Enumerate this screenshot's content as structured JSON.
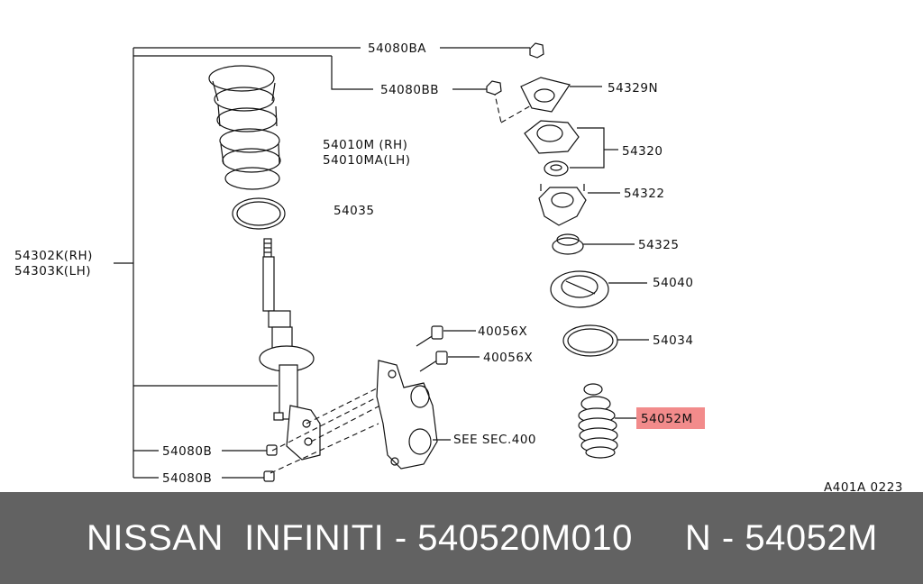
{
  "colors": {
    "footer_bg": "#626262",
    "highlight": "#f28b8b",
    "footer_text": "#ffffff"
  },
  "labels": {
    "p54080BA": "54080BA",
    "p54080BB": "54080BB",
    "p54329N": "54329N",
    "p54320": "54320",
    "p54010M": "54010M  (RH)",
    "p54010MA": "54010MA(LH)",
    "p54322": "54322",
    "p54035": "54035",
    "p54325": "54325",
    "p54302K": "54302K(RH)",
    "p54303K": "54303K(LH)",
    "p54040": "54040",
    "p40056X_1": "40056X",
    "p54034": "54034",
    "p40056X_2": "40056X",
    "p54052M": "54052M",
    "see_sec": "SEE SEC.400",
    "p54080B_1": "54080B",
    "p54080B_2": "54080B",
    "ref_code": "A401A 0223"
  },
  "footer": {
    "text": "NISSAN  INFINITI - 540520M010     N - 54052M"
  }
}
